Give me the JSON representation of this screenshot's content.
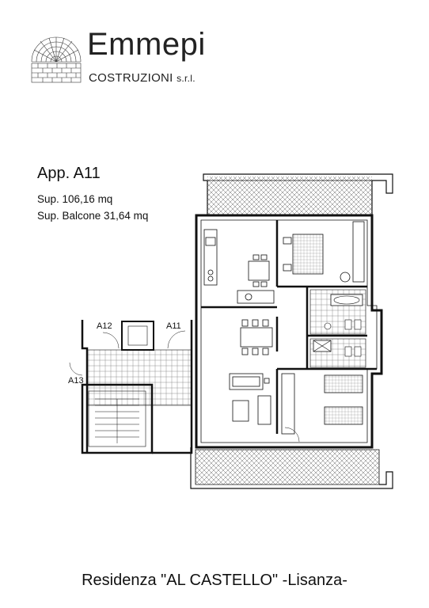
{
  "header": {
    "company_name": "Emmepi",
    "company_subtitle": "COSTRUZIONI",
    "company_suffix": "s.r.l."
  },
  "apartment": {
    "title": "App. A11",
    "area": "Sup. 106,16 mq",
    "balcony_area": "Sup. Balcone 31,64 mq"
  },
  "plan_labels": {
    "unit_a11": "A11",
    "unit_a12": "A12",
    "unit_a13": "A13"
  },
  "footer": {
    "title": "Residenza \"AL CASTELLO\" -Lisanza-"
  },
  "colors": {
    "ink": "#111111",
    "hatch": "#555555"
  }
}
